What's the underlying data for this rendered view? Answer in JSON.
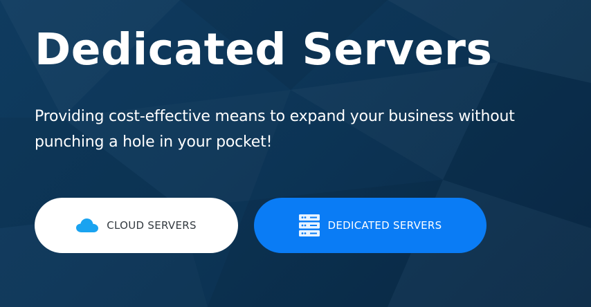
{
  "hero": {
    "title": "Dedicated Servers",
    "subtitle": "Providing cost-effective means to expand your business without punching a hole in your pocket!"
  },
  "buttons": [
    {
      "label": "CLOUD SERVERS",
      "icon": "cloud-icon"
    },
    {
      "label": "DEDICATED SERVERS",
      "icon": "server-rack-icon"
    }
  ],
  "colors": {
    "background": "#0d3658",
    "title_text": "#ffffff",
    "primary_button": "#0a7cf5",
    "secondary_button": "#ffffff",
    "cloud_icon": "#1aa3f0"
  }
}
